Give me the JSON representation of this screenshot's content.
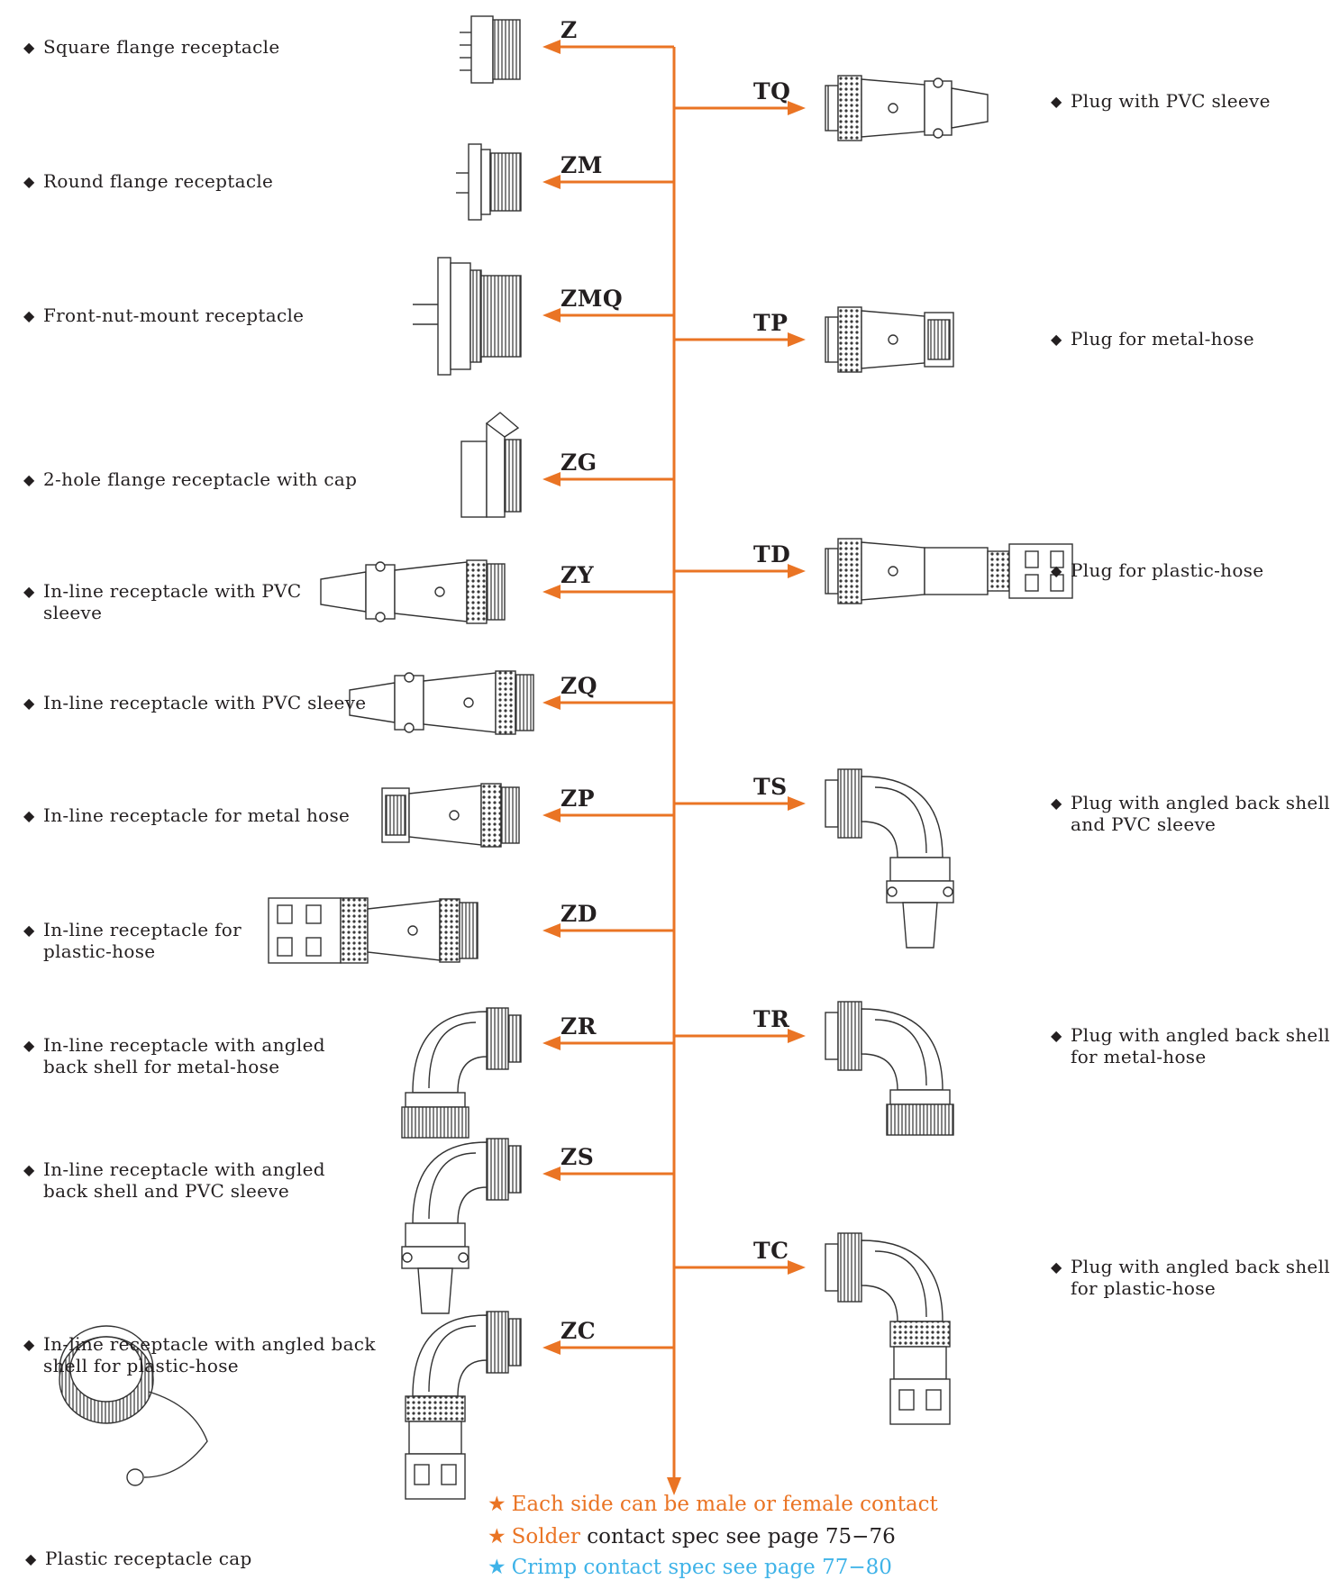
{
  "colors": {
    "arrow": "#ea7424",
    "text": "#231f20",
    "crimp": "#3fb3e8"
  },
  "receptacles": [
    {
      "code": "Z",
      "label": "Square flange receptacle"
    },
    {
      "code": "ZM",
      "label": "Round flange receptacle"
    },
    {
      "code": "ZMQ",
      "label": "Front-nut-mount receptacle"
    },
    {
      "code": "ZG",
      "label": "2-hole flange receptacle with cap"
    },
    {
      "code": "ZY",
      "label": "In-line receptacle with PVC\nsleeve"
    },
    {
      "code": "ZQ",
      "label": "In-line receptacle with PVC sleeve"
    },
    {
      "code": "ZP",
      "label": "In-line receptacle for metal hose"
    },
    {
      "code": "ZD",
      "label": "In-line receptacle for\nplastic-hose"
    },
    {
      "code": "ZR",
      "label": "In-line receptacle with angled\nback shell for metal-hose"
    },
    {
      "code": "ZS",
      "label": "In-line receptacle with angled\nback shell and PVC sleeve"
    },
    {
      "code": "ZC",
      "label": "In-line receptacle with angled back\nshell for plastic-hose"
    }
  ],
  "plugs": [
    {
      "code": "TQ",
      "label": "Plug with PVC sleeve"
    },
    {
      "code": "TP",
      "label": "Plug for metal-hose"
    },
    {
      "code": "TD",
      "label": "Plug for plastic-hose"
    },
    {
      "code": "TS",
      "label": "Plug with angled back shell\nand PVC sleeve"
    },
    {
      "code": "TR",
      "label": "Plug with angled back shell\nfor metal-hose"
    },
    {
      "code": "TC",
      "label": "Plug with angled back shell\nfor plastic-hose"
    }
  ],
  "cap": {
    "label": "Plastic receptacle cap"
  },
  "notes": {
    "star": "★",
    "line1": "Each side can be male or female contact",
    "line2_highlight": "Solder",
    "line2_rest": " contact spec see page 75−76",
    "line3": "Crimp contact spec see page 77−80"
  }
}
